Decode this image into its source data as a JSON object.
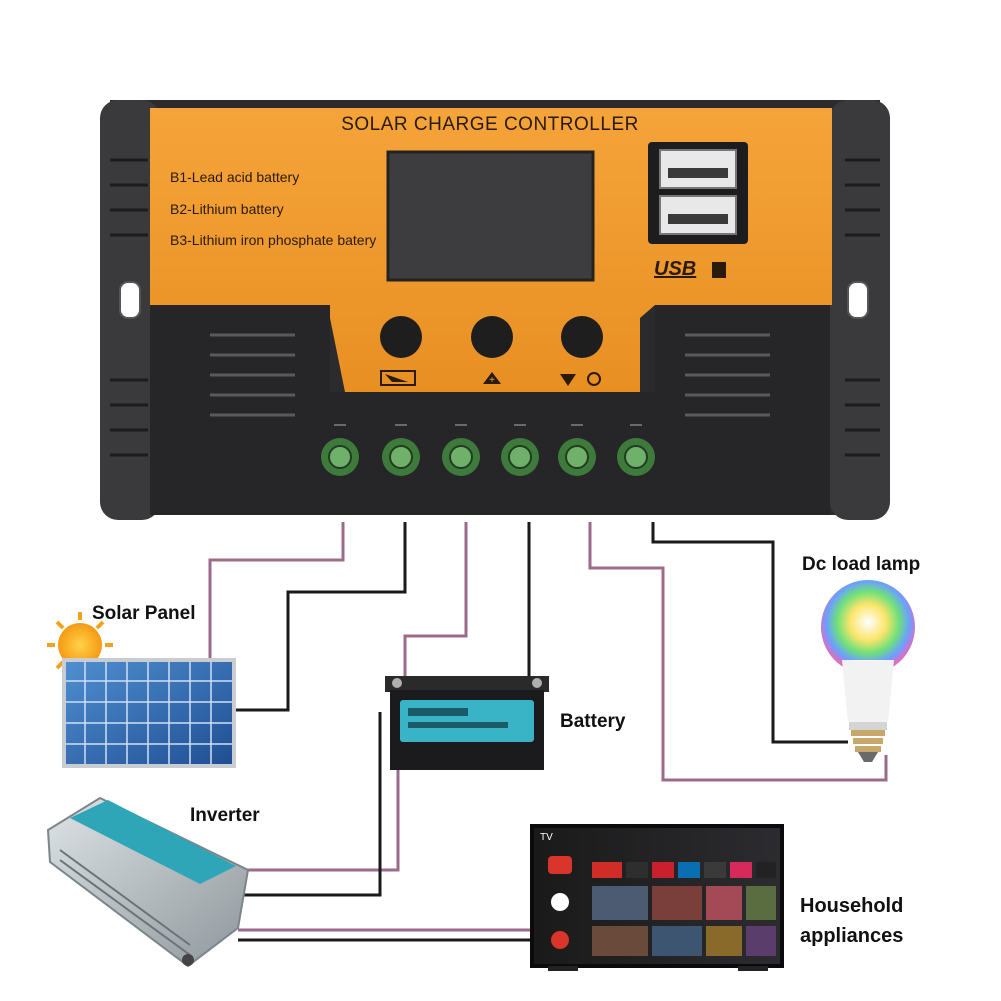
{
  "controller": {
    "title": "SOLAR CHARGE CONTROLLER",
    "battery_types": [
      "B1-Lead acid battery",
      "B2-Lithium battery",
      "B3-Lithium iron phosphate batery"
    ],
    "usb_label": "USB",
    "body_color": "#ef9b2e",
    "housing_color": "#2b2b2d",
    "terminal_color": "#3f7a3d"
  },
  "labels": {
    "solar_panel": "Solar Panel",
    "battery": "Battery",
    "inverter": "Inverter",
    "dc_load_lamp": "Dc load lamp",
    "household": "Household appliances"
  },
  "wire_colors": {
    "positive": "#9c6b8a",
    "negative": "#1a1a1a"
  }
}
